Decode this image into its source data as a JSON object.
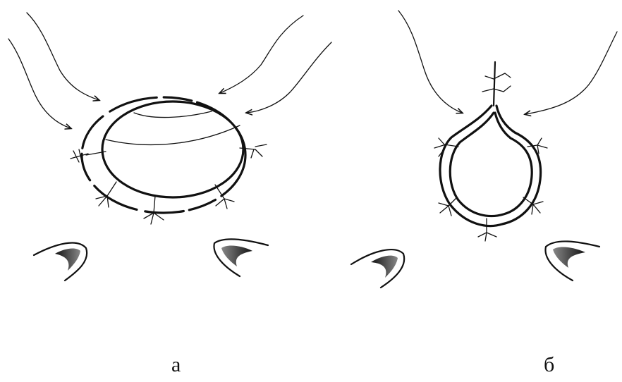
{
  "panels": [
    {
      "id": "a",
      "label": "а"
    },
    {
      "id": "b",
      "label": "б"
    }
  ]
}
